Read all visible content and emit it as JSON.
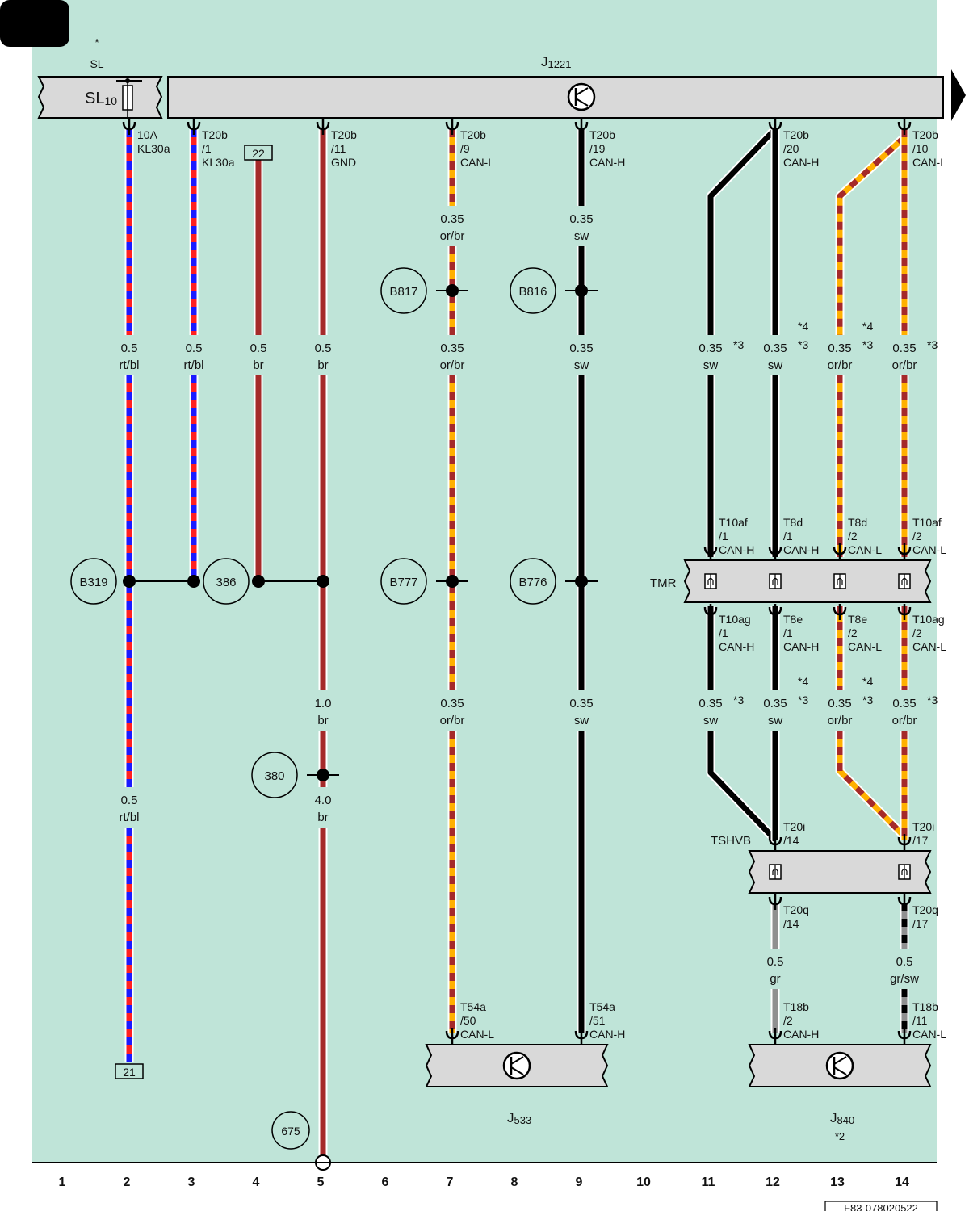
{
  "sheet": {
    "ref": "F83-078020522",
    "columns": [
      "1",
      "2",
      "3",
      "4",
      "5",
      "6",
      "7",
      "8",
      "9",
      "10",
      "11",
      "12",
      "13",
      "14"
    ]
  },
  "colors": {
    "background": "#bfe4d8",
    "component_fill": "#d9d9d9",
    "rt": "#ff2020",
    "bl": "#1a1aff",
    "br": "#a52a2a",
    "or": "#ffb000",
    "sw": "#000000",
    "gr": "#909090",
    "ws": "#ffffff"
  },
  "components": {
    "sl": {
      "star": "*",
      "label": "SL",
      "name": "SL",
      "sub": "10"
    },
    "j1221": {
      "name": "J",
      "sub": "1221"
    },
    "j533": {
      "name": "J",
      "sub": "533"
    },
    "j840": {
      "name": "J",
      "sub": "840",
      "note": "*2"
    },
    "tmr": {
      "label": "TMR"
    },
    "tshvb": {
      "label": "TSHVB"
    }
  },
  "nodes": {
    "b817": "B817",
    "b816": "B816",
    "b319": "B319",
    "n386": "386",
    "b777": "B777",
    "b776": "B776",
    "n380": "380",
    "n675": "675",
    "ref22": "22",
    "ref21": "21"
  },
  "wires": [
    {
      "id": "w2a",
      "size": "0.5",
      "color": "rt/bl"
    },
    {
      "id": "w2b",
      "size": "0.5",
      "color": "rt/bl"
    },
    {
      "id": "w3",
      "size": "0.5",
      "color": "rt/bl"
    },
    {
      "id": "w4",
      "size": "0.5",
      "color": "br"
    },
    {
      "id": "w5a",
      "size": "0.5",
      "color": "br"
    },
    {
      "id": "w5b",
      "size": "1.0",
      "color": "br"
    },
    {
      "id": "w5c",
      "size": "4.0",
      "color": "br"
    },
    {
      "id": "w7a",
      "size": "0.35",
      "color": "or/br"
    },
    {
      "id": "w7b",
      "size": "0.35",
      "color": "or/br"
    },
    {
      "id": "w7c",
      "size": "0.35",
      "color": "or/br"
    },
    {
      "id": "w9a",
      "size": "0.35",
      "color": "sw"
    },
    {
      "id": "w9b",
      "size": "0.35",
      "color": "sw"
    },
    {
      "id": "w9c",
      "size": "0.35",
      "color": "sw"
    },
    {
      "id": "w11a",
      "size": "0.35",
      "color": "sw",
      "note": "*3"
    },
    {
      "id": "w12a",
      "size": "0.35",
      "color": "sw",
      "note": "*3",
      "note2": "*4"
    },
    {
      "id": "w13a",
      "size": "0.35",
      "color": "or/br",
      "note": "*3",
      "note2": "*4"
    },
    {
      "id": "w14a",
      "size": "0.35",
      "color": "or/br",
      "note": "*3"
    },
    {
      "id": "w11b",
      "size": "0.35",
      "color": "sw",
      "note": "*3"
    },
    {
      "id": "w12b",
      "size": "0.35",
      "color": "sw",
      "note": "*3",
      "note2": "*4"
    },
    {
      "id": "w13b",
      "size": "0.35",
      "color": "or/br",
      "note": "*3",
      "note2": "*4"
    },
    {
      "id": "w14b",
      "size": "0.35",
      "color": "or/br",
      "note": "*3"
    },
    {
      "id": "w12c",
      "size": "0.5",
      "color": "gr"
    },
    {
      "id": "w14c",
      "size": "0.5",
      "color": "gr/sw"
    }
  ],
  "pins": [
    {
      "id": "p2",
      "lines": [
        "10A",
        "KL30a"
      ]
    },
    {
      "id": "p3",
      "lines": [
        "T20b",
        "/1",
        "KL30a"
      ]
    },
    {
      "id": "p5",
      "lines": [
        "T20b",
        "/11",
        "GND"
      ]
    },
    {
      "id": "p7",
      "lines": [
        "T20b",
        "/9",
        "CAN-L"
      ]
    },
    {
      "id": "p9",
      "lines": [
        "T20b",
        "/19",
        "CAN-H"
      ]
    },
    {
      "id": "p12",
      "lines": [
        "T20b",
        "/20",
        "CAN-H"
      ]
    },
    {
      "id": "p14",
      "lines": [
        "T20b",
        "/10",
        "CAN-L"
      ]
    },
    {
      "id": "p11t",
      "lines": [
        "T10af",
        "/1",
        "CAN-H"
      ]
    },
    {
      "id": "p12t",
      "lines": [
        "T8d",
        "/1",
        "CAN-H"
      ]
    },
    {
      "id": "p13t",
      "lines": [
        "T8d",
        "/2",
        "CAN-L"
      ]
    },
    {
      "id": "p14t",
      "lines": [
        "T10af",
        "/2",
        "CAN-L"
      ]
    },
    {
      "id": "p11b",
      "lines": [
        "T10ag",
        "/1",
        "CAN-H"
      ]
    },
    {
      "id": "p12b",
      "lines": [
        "T8e",
        "/1",
        "CAN-H"
      ]
    },
    {
      "id": "p13b",
      "lines": [
        "T8e",
        "/2",
        "CAN-L"
      ]
    },
    {
      "id": "p14b",
      "lines": [
        "T10ag",
        "/2",
        "CAN-L"
      ]
    },
    {
      "id": "p12s",
      "lines": [
        "T20i",
        "/14"
      ]
    },
    {
      "id": "p14s",
      "lines": [
        "T20i",
        "/17"
      ]
    },
    {
      "id": "p12q",
      "lines": [
        "T20q",
        "/14"
      ]
    },
    {
      "id": "p14q",
      "lines": [
        "T20q",
        "/17"
      ]
    },
    {
      "id": "p7j",
      "lines": [
        "T54a",
        "/50",
        "CAN-L"
      ]
    },
    {
      "id": "p9j",
      "lines": [
        "T54a",
        "/51",
        "CAN-H"
      ]
    },
    {
      "id": "p12j",
      "lines": [
        "T18b",
        "/2",
        "CAN-H"
      ]
    },
    {
      "id": "p14j",
      "lines": [
        "T18b",
        "/11",
        "CAN-L"
      ]
    }
  ]
}
